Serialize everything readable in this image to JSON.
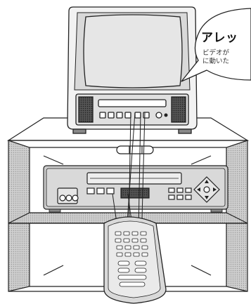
{
  "callout": {
    "title": "アレッ",
    "lines": [
      "ビデオが",
      "に動いた"
    ]
  },
  "colors": {
    "line": "#222222",
    "screen": "#e6e6e6",
    "panel": "#cfcfcf",
    "shelf_side": "#d6d6d6",
    "remote_body": "#d9d9d9",
    "vcr_body": "#cccccc"
  }
}
